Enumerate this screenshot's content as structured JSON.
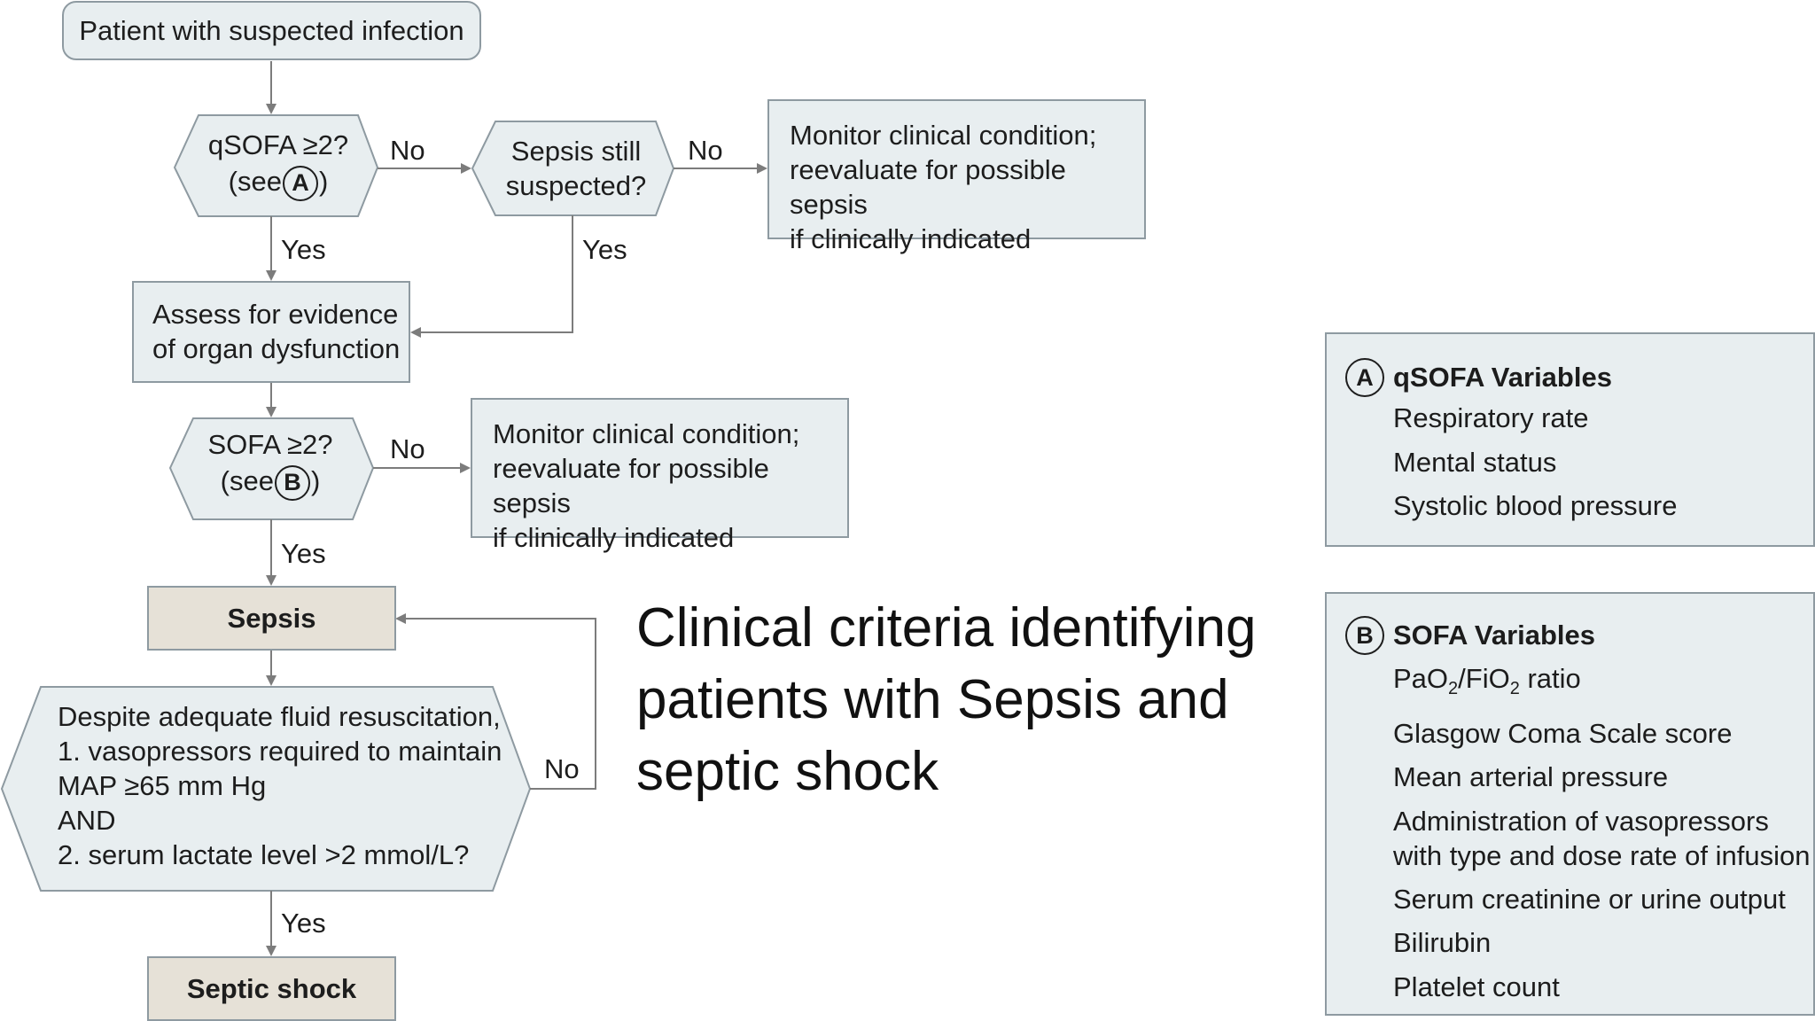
{
  "nodes": {
    "start": "Patient with suspected infection",
    "qsofa_q": "qSOFA ≥2?",
    "qsofa_see": "(see",
    "qsofa_see_close": ")",
    "qsofa_ref": "A",
    "sepsis_still_l1": "Sepsis still",
    "sepsis_still_l2": "suspected?",
    "monitor1_l1": "Monitor clinical condition;",
    "monitor1_l2": "reevaluate for possible sepsis",
    "monitor1_l3": "if clinically indicated",
    "assess_l1": "Assess for evidence",
    "assess_l2": "of organ dysfunction",
    "sofa_q": "SOFA ≥2?",
    "sofa_see": "(see",
    "sofa_see_close": ")",
    "sofa_ref": "B",
    "monitor2_l1": "Monitor clinical condition;",
    "monitor2_l2": "reevaluate for possible sepsis",
    "monitor2_l3": "if clinically indicated",
    "sepsis": "Sepsis",
    "shock_q_l1": "Despite adequate fluid resuscitation,",
    "shock_q_l2": "1. vasopressors required to maintain",
    "shock_q_l3": "MAP ≥65 mm Hg",
    "shock_q_l4": "AND",
    "shock_q_l5": "2. serum lactate level >2 mmol/L?",
    "septic_shock": "Septic shock"
  },
  "edge_labels": {
    "qsofa_no": "No",
    "still_no": "No",
    "qsofa_yes": "Yes",
    "still_yes": "Yes",
    "sofa_no": "No",
    "sofa_yes": "Yes",
    "shock_no": "No",
    "shock_yes": "Yes"
  },
  "legend_a": {
    "marker": "A",
    "title": "qSOFA Variables",
    "items": [
      "Respiratory rate",
      "Mental status",
      "Systolic blood pressure"
    ]
  },
  "legend_b": {
    "marker": "B",
    "title": "SOFA Variables",
    "pao2_a": "PaO",
    "pao2_sub1": "2",
    "pao2_b": "/FiO",
    "pao2_sub2": "2",
    "pao2_c": " ratio",
    "items": [
      "Glasgow Coma Scale score",
      "Mean arterial pressure",
      "Administration of vasopressors",
      "with type and dose rate of infusion",
      "Serum creatinine or urine output",
      "Bilirubin",
      "Platelet count"
    ]
  },
  "caption": {
    "line1": "Clinical criteria identifying",
    "line2": "patients with Sepsis and",
    "line3": "septic shock"
  },
  "colors": {
    "box_fill": "#e8eef0",
    "box_border": "#8e9aa1",
    "outcome_fill": "#e6e1d7",
    "connector": "#7c7c7c"
  }
}
